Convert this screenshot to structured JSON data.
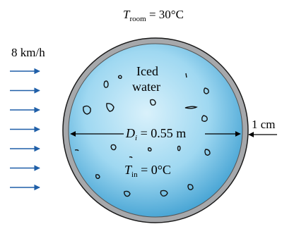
{
  "room_temp": {
    "var": "T",
    "subscript": "room",
    "value_text": " = 30°C"
  },
  "wind_speed": "8 km/h",
  "wall_thickness": "1 cm",
  "content_label_line1": "Iced",
  "content_label_line2": "water",
  "diameter": {
    "var": "D",
    "subscript": "i",
    "value_text": " = 0.55 m"
  },
  "inner_temp": {
    "var": "T",
    "subscript": "in",
    "value_text": " = 0°C"
  },
  "colors": {
    "shell": "#a6a8ab",
    "shell_stroke": "#1a1a1a",
    "water": "#7fc8e9",
    "water_edge": "#2f8fc4",
    "arrows": "#1f5fa8"
  },
  "flow_arrow_count": 7,
  "ice_piece_count": 22
}
